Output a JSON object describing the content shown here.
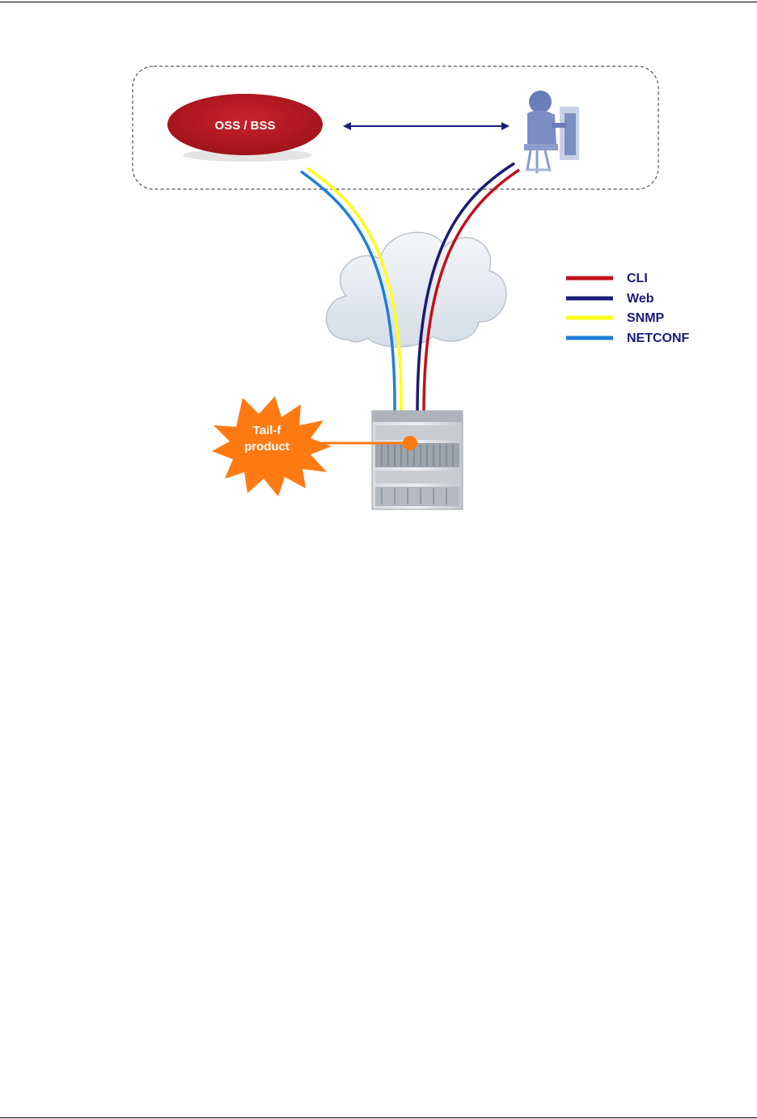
{
  "diagram": {
    "oss_bss_label": "OSS / BSS",
    "starburst_label_line1": "Tail-f",
    "starburst_label_line2": "product"
  },
  "legend": [
    {
      "label": "CLI",
      "color": "#c0101a"
    },
    {
      "label": "Web",
      "color": "#1a1a78"
    },
    {
      "label": "SNMP",
      "color": "#ffff1a"
    },
    {
      "label": "NETCONF",
      "color": "#1e7fd8"
    }
  ],
  "colors": {
    "oss_bss_fill": "#b3151c",
    "starburst_fill": "#ff7a12",
    "arrow": "#1a1a78",
    "legend_text": "#1a1a78",
    "operator_figure": "#7b8ec4"
  },
  "icons": {
    "operator": "operator-at-workstation-icon",
    "device": "network-device-chassis-icon",
    "cloud": "cloud-network-icon"
  }
}
